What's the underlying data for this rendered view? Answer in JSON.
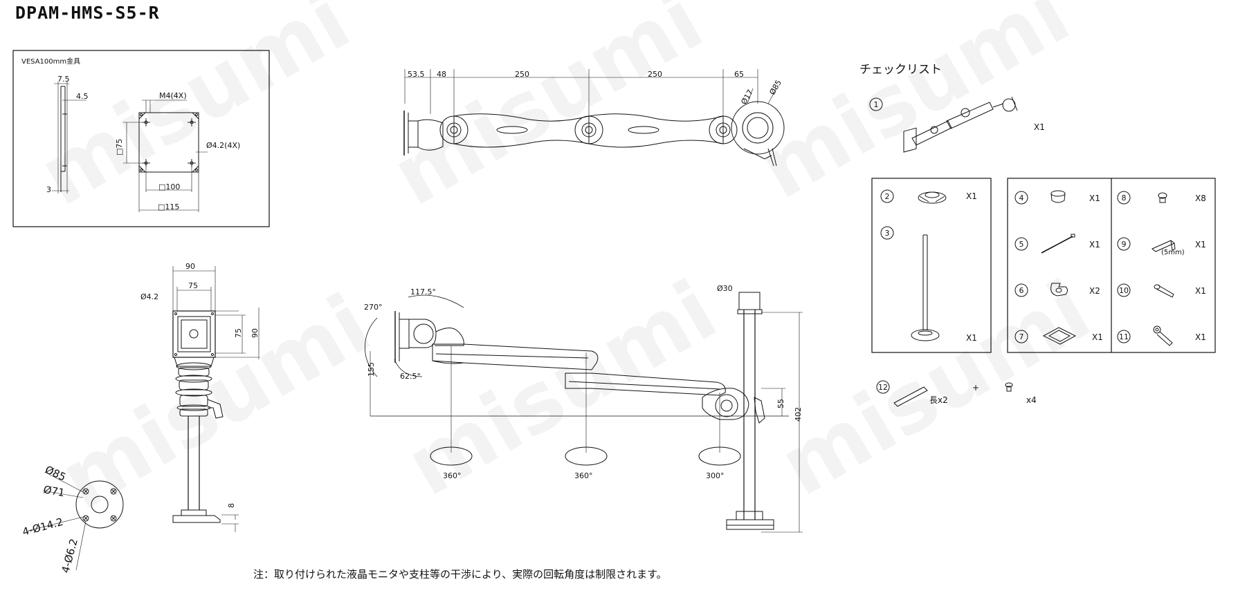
{
  "title": "DPAM-HMS-S5-R",
  "vesa": {
    "label": "VESA100mm金具",
    "d_7_5": "7.5",
    "d_4_5": "4.5",
    "d_3": "3",
    "m4": "M4(4X)",
    "d_75": "□75",
    "d_4_2_4x": "Ø4.2(4X)",
    "d_100": "□100",
    "d_115": "□115"
  },
  "top_view": {
    "d_53_5": "53.5",
    "d_48": "48",
    "d_250a": "250",
    "d_250b": "250",
    "d_65": "65",
    "d_17": "Ø17",
    "d_85": "Ø85"
  },
  "front_view": {
    "d_90_top": "90",
    "d_75_top": "75",
    "d_4_2": "Ø4.2",
    "d_75_side": "75",
    "d_90_side": "90",
    "d_8": "8"
  },
  "base_view": {
    "d_85": "Ø85",
    "d_71": "Ø71",
    "d_14_2": "4-Ø14.2",
    "d_6_2": "4-Ø6.2"
  },
  "side_view": {
    "d_270": "270°",
    "d_117_5": "117.5°",
    "d_155": "155",
    "d_62_5": "62.5°",
    "d_30": "Ø30",
    "d_55": "55",
    "d_402": "402",
    "rot_1": "360°",
    "rot_2": "360°",
    "rot_3": "300°"
  },
  "checklist": {
    "title": "チェックリスト",
    "items": [
      {
        "num": "1",
        "qty": "X1"
      },
      {
        "num": "2",
        "qty": "X1"
      },
      {
        "num": "3",
        "qty": "X1"
      },
      {
        "num": "4",
        "qty": "X1"
      },
      {
        "num": "5",
        "qty": "X1"
      },
      {
        "num": "6",
        "qty": "X2"
      },
      {
        "num": "7",
        "qty": "X1"
      },
      {
        "num": "8",
        "qty": "X8"
      },
      {
        "num": "9",
        "qty": "X1",
        "note": "(5mm)"
      },
      {
        "num": "10",
        "qty": "X1"
      },
      {
        "num": "11",
        "qty": "X1"
      },
      {
        "num": "12",
        "qty": "長x2",
        "plus": "+",
        "qty2": "x4"
      }
    ]
  },
  "note": "注：取り付けられた液晶モニタや支柱等の干渉により、実際の回転角度は制限されます。",
  "watermark": "misumi"
}
